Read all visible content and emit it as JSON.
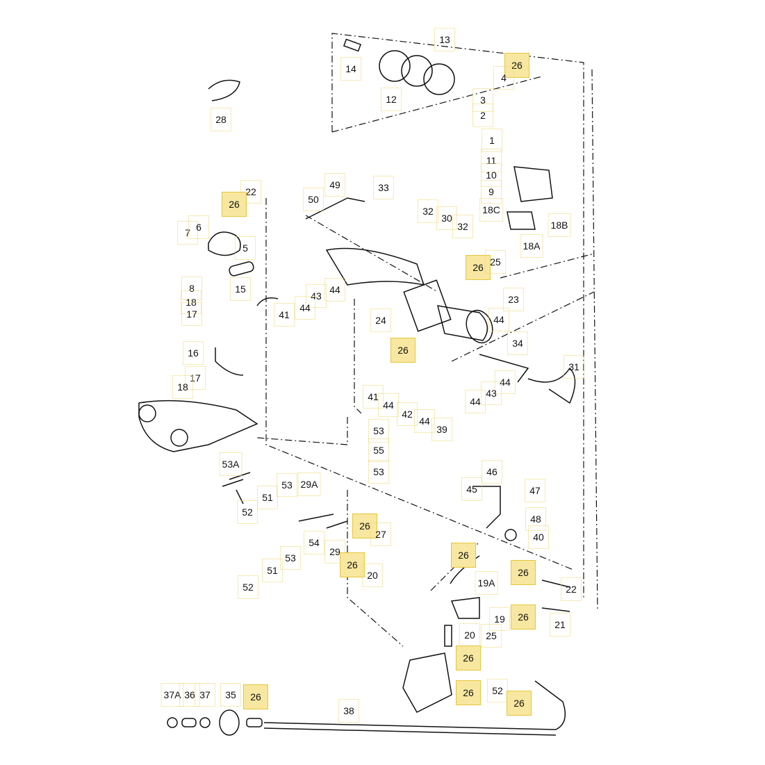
{
  "diagram": {
    "title": "",
    "highlight_color": "#f7e7a0",
    "highlight_border": "#e8c53a",
    "labels": [
      "13",
      "14",
      "12",
      "26",
      "4",
      "3",
      "2",
      "1",
      "28",
      "11",
      "10",
      "9",
      "18C",
      "18B",
      "18A",
      "49",
      "33",
      "50",
      "32",
      "30",
      "32",
      "22",
      "26",
      "7",
      "6",
      "5",
      "15",
      "26",
      "25",
      "23",
      "8",
      "18",
      "17",
      "44",
      "43",
      "44",
      "41",
      "24",
      "26",
      "44",
      "34",
      "31",
      "16",
      "17",
      "18",
      "44",
      "43",
      "44",
      "41",
      "44",
      "42",
      "44",
      "39",
      "53",
      "55",
      "53",
      "53A",
      "53",
      "29A",
      "51",
      "52",
      "46",
      "45",
      "47",
      "48",
      "40",
      "26",
      "27",
      "54",
      "29",
      "26",
      "20",
      "53",
      "51",
      "52",
      "26",
      "26",
      "22",
      "19A",
      "19",
      "26",
      "21",
      "20",
      "25",
      "26",
      "26",
      "52",
      "26",
      "37A",
      "36",
      "37",
      "35",
      "26",
      "38"
    ],
    "highlighted_part": "26"
  }
}
